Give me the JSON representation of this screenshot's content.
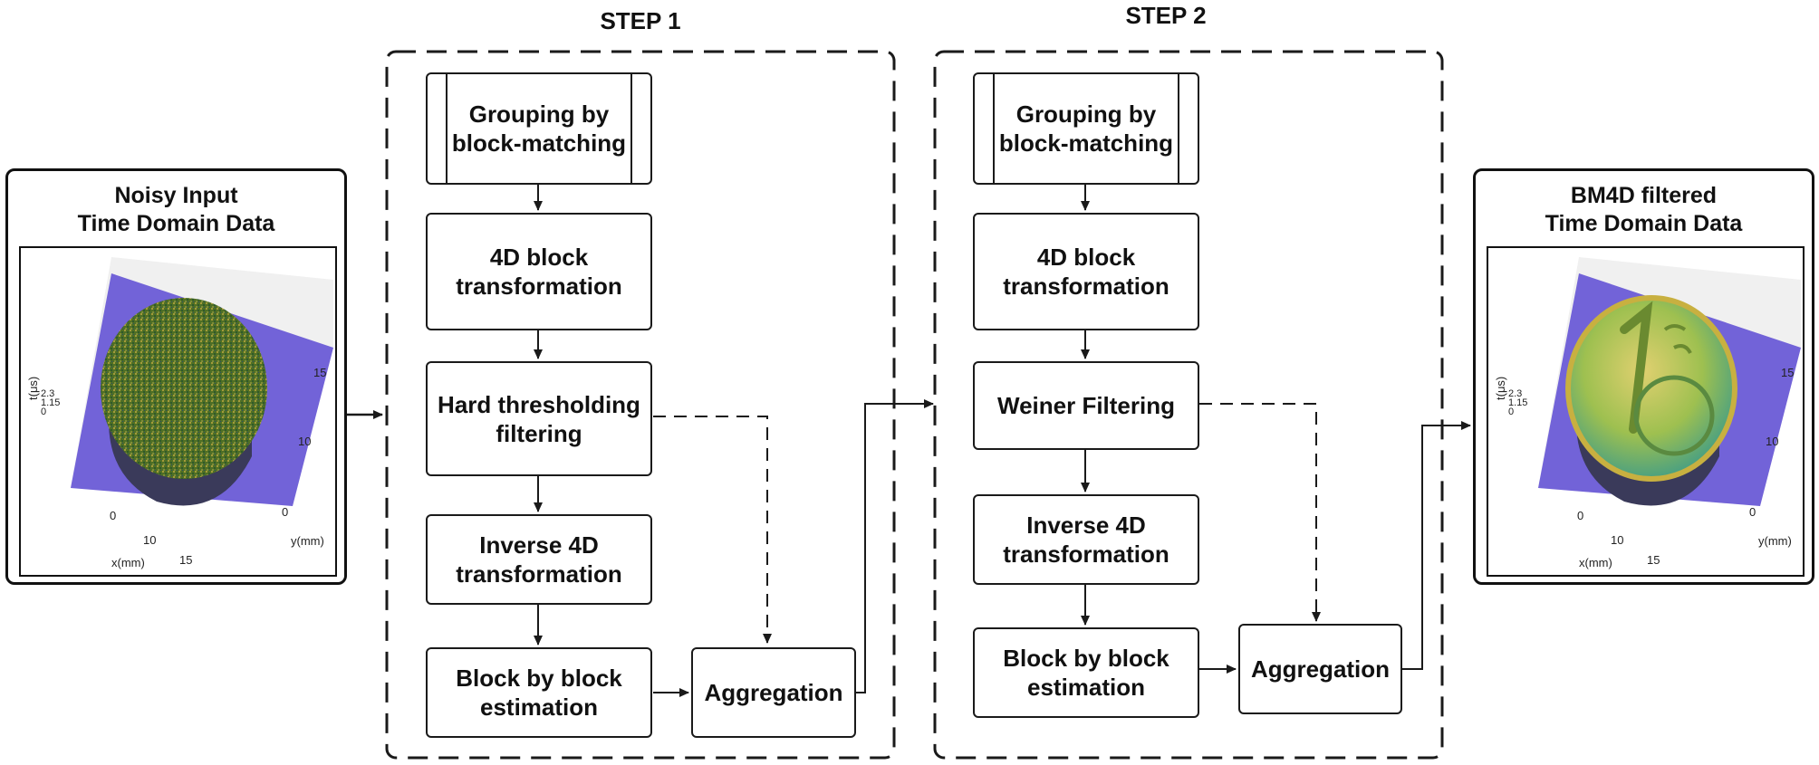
{
  "steps": [
    {
      "label": "STEP 1"
    },
    {
      "label": "STEP 2"
    }
  ],
  "input": {
    "title": "Noisy Input\nTime Domain Data"
  },
  "output": {
    "title": "BM4D filtered\nTime Domain Data"
  },
  "step1": {
    "grouping": "Grouping by\nblock-matching",
    "transform": "4D block\ntransformation",
    "filter": "Hard thresholding\nfiltering",
    "inverse": "Inverse 4D\ntransformation",
    "estimation": "Block by block\nestimation",
    "aggregation": "Aggregation"
  },
  "step2": {
    "grouping": "Grouping by\nblock-matching",
    "transform": "4D block\ntransformation",
    "filter": "Weiner Filtering",
    "inverse": "Inverse 4D\ntransformation",
    "estimation": "Block by block\nestimation",
    "aggregation": "Aggregation"
  },
  "plot_axes": {
    "t_label": "t(μs)",
    "t_ticks": "2.3\n1.15\n0",
    "x_label": "x(mm)",
    "y_label": "y(mm)",
    "x_ticks": [
      "0",
      "10",
      "15"
    ],
    "y_ticks": [
      "15",
      "10",
      "0"
    ]
  },
  "colors": {
    "line": "#1a1a1a",
    "plane": "#6a5bd6",
    "noisy_surface": "#5a7a2a",
    "filtered_surface": "#c8c04a"
  }
}
